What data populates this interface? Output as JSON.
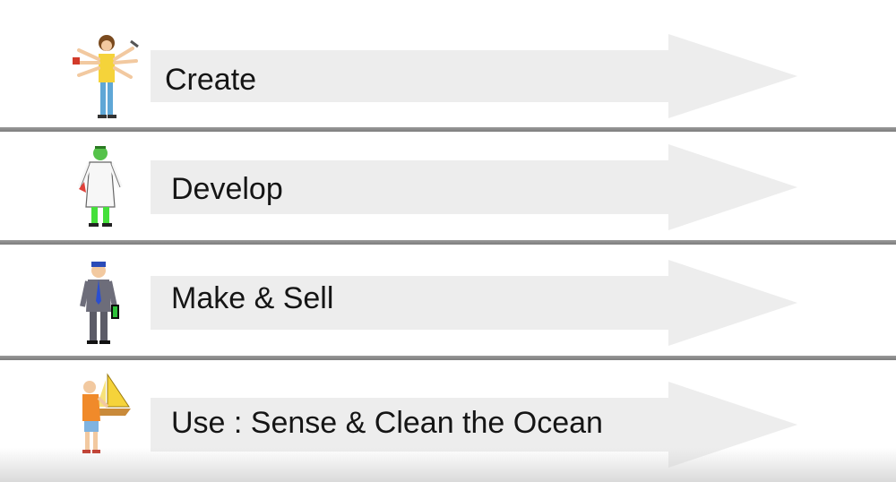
{
  "stages": [
    {
      "label": "Create",
      "icon": "inventor-figure-icon"
    },
    {
      "label": "Develop",
      "icon": "scientist-figure-icon"
    },
    {
      "label": "Make & Sell",
      "icon": "businessman-figure-icon"
    },
    {
      "label": "Use : Sense & Clean the Ocean",
      "icon": "sailor-figure-icon"
    }
  ],
  "colors": {
    "background": "#ffffff",
    "arrow_fill": "#ededed",
    "divider": "#8a8a8a",
    "text": "#151515"
  }
}
